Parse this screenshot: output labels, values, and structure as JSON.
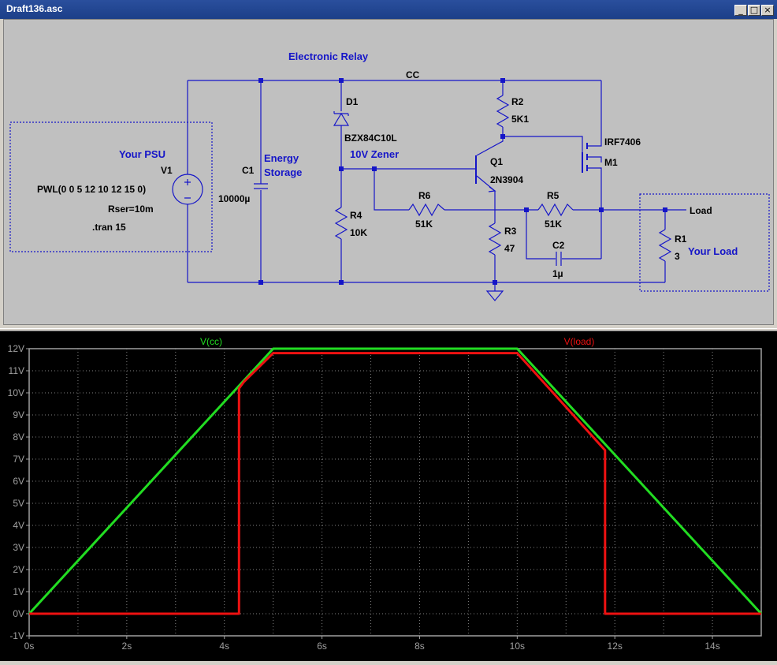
{
  "window": {
    "title": "Draft136.asc",
    "min_label": "_",
    "max_label": "□",
    "close_label": "×"
  },
  "schematic": {
    "title": "Electronic Relay",
    "net_cc": "CC",
    "net_load": "Load",
    "psu_label": "Your PSU",
    "load_label": "Your Load",
    "storage_label_1": "Energy",
    "storage_label_2": "Storage",
    "zener_label": "10V Zener",
    "components": {
      "V1": {
        "name": "V1",
        "value": "PWL(0 0 5 12 10 12 15 0)",
        "extra": "Rser=10m"
      },
      "tran": ".tran 15",
      "C1": {
        "name": "C1",
        "value": "10000µ"
      },
      "D1": {
        "name": "D1",
        "value": "BZX84C10L"
      },
      "R4": {
        "name": "R4",
        "value": "10K"
      },
      "R2": {
        "name": "R2",
        "value": "5K1"
      },
      "Q1": {
        "name": "Q1",
        "value": "2N3904"
      },
      "M1": {
        "name": "M1",
        "value": "IRF7406"
      },
      "R6": {
        "name": "R6",
        "value": "51K"
      },
      "R5": {
        "name": "R5",
        "value": "51K"
      },
      "R3": {
        "name": "R3",
        "value": "47"
      },
      "C2": {
        "name": "C2",
        "value": "1µ"
      },
      "R1": {
        "name": "R1",
        "value": "3"
      }
    }
  },
  "colors": {
    "wire": "#1515c8",
    "trace_vcc": "#22dd22",
    "trace_vload": "#ee1111",
    "axis": "#a0a0a0",
    "grid": "#808080"
  },
  "chart_data": {
    "type": "line",
    "title": "",
    "xlabel": "",
    "ylabel": "",
    "xlim": [
      0,
      15
    ],
    "ylim": [
      -1,
      12
    ],
    "grid": true,
    "x_ticks": [
      "0s",
      "2s",
      "4s",
      "6s",
      "8s",
      "10s",
      "12s",
      "14s"
    ],
    "y_ticks": [
      "-1V",
      "0V",
      "1V",
      "2V",
      "3V",
      "4V",
      "5V",
      "6V",
      "7V",
      "8V",
      "9V",
      "10V",
      "11V",
      "12V"
    ],
    "series": [
      {
        "name": "V(cc)",
        "color": "#22dd22",
        "x": [
          0,
          5,
          10,
          15
        ],
        "y": [
          0,
          12,
          12,
          0
        ]
      },
      {
        "name": "V(load)",
        "color": "#ee1111",
        "x": [
          0,
          4.3,
          4.3,
          4.4,
          5.0,
          10.0,
          11.8,
          11.8,
          15
        ],
        "y": [
          0,
          0,
          10.2,
          10.5,
          11.8,
          11.8,
          7.4,
          0,
          0
        ]
      }
    ]
  }
}
